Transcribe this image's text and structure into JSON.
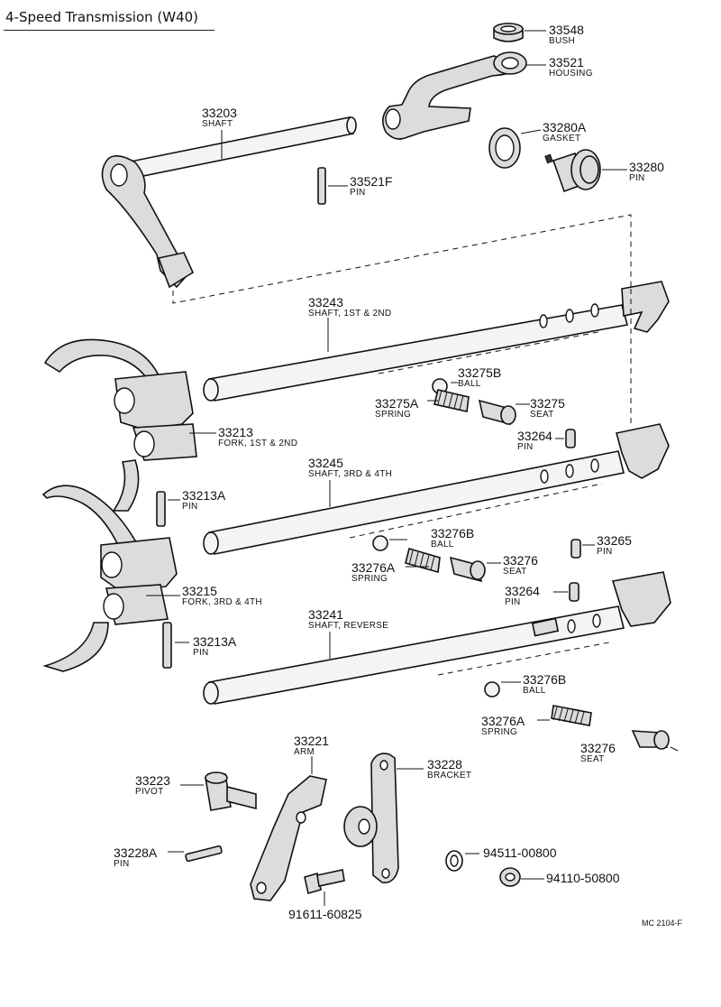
{
  "title": "4-Speed Transmission (W40)",
  "figure_ref": "MC 2104-F",
  "parts": [
    {
      "number": "33548",
      "name": "BUSH"
    },
    {
      "number": "33521",
      "name": "HOUSING"
    },
    {
      "number": "33203",
      "name": "SHAFT"
    },
    {
      "number": "33280A",
      "name": "GASKET"
    },
    {
      "number": "33280",
      "name": "PIN"
    },
    {
      "number": "33521F",
      "name": "PIN"
    },
    {
      "number": "33243",
      "name": "SHAFT, 1ST & 2ND"
    },
    {
      "number": "33275B",
      "name": "BALL"
    },
    {
      "number": "33275A",
      "name": "SPRING"
    },
    {
      "number": "33275",
      "name": "SEAT"
    },
    {
      "number": "33213",
      "name": "FORK, 1ST & 2ND"
    },
    {
      "number": "33264",
      "name": "PIN"
    },
    {
      "number": "33245",
      "name": "SHAFT, 3RD & 4TH"
    },
    {
      "number": "33213A",
      "name": "PIN"
    },
    {
      "number": "33276B",
      "name": "BALL"
    },
    {
      "number": "33265",
      "name": "PIN"
    },
    {
      "number": "33276A",
      "name": "SPRING"
    },
    {
      "number": "33276",
      "name": "SEAT"
    },
    {
      "number": "33215",
      "name": "FORK, 3RD & 4TH"
    },
    {
      "number": "33264",
      "name": "PIN"
    },
    {
      "number": "33241",
      "name": "SHAFT, REVERSE"
    },
    {
      "number": "33213A",
      "name": "PIN"
    },
    {
      "number": "33276B",
      "name": "BALL"
    },
    {
      "number": "33276A",
      "name": "SPRING"
    },
    {
      "number": "33276",
      "name": "SEAT"
    },
    {
      "number": "33221",
      "name": "ARM"
    },
    {
      "number": "33228",
      "name": "BRACKET"
    },
    {
      "number": "33223",
      "name": "PIVOT"
    },
    {
      "number": "33228A",
      "name": "PIN"
    },
    {
      "number": "94511-00800",
      "name": ""
    },
    {
      "number": "94110-50800",
      "name": ""
    },
    {
      "number": "91611-60825",
      "name": ""
    }
  ]
}
